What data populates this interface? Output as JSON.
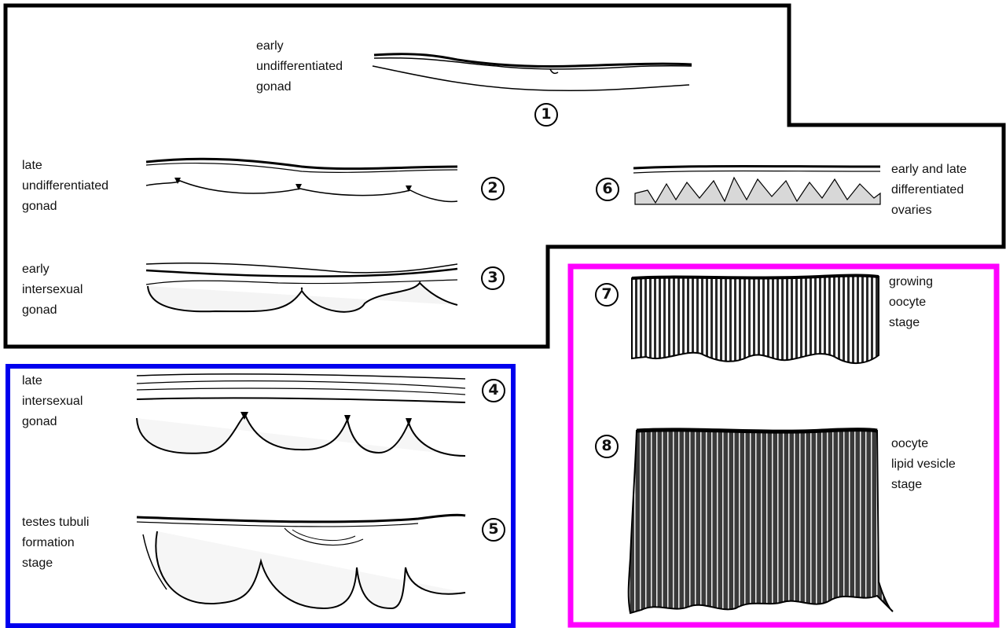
{
  "colors": {
    "outline": "#000000",
    "male_box": "#0000ee",
    "female_box": "#ff00ff",
    "ink": "#111111"
  },
  "stages": [
    {
      "number": "1",
      "label": "early\nundifferentiated\ngonad"
    },
    {
      "number": "2",
      "label": "late\nundifferentiated\ngonad"
    },
    {
      "number": "3",
      "label": "early\nintersexual\ngonad"
    },
    {
      "number": "4",
      "label": "late\nintersexual\ngonad"
    },
    {
      "number": "5",
      "label": "testes tubuli\nformation\nstage"
    },
    {
      "number": "6",
      "label": "early  and  late\ndifferentiated\novaries"
    },
    {
      "number": "7",
      "label": "growing\noocyte\nstage"
    },
    {
      "number": "8",
      "label": "oocyte\nlipid vesicle\nstage"
    }
  ]
}
